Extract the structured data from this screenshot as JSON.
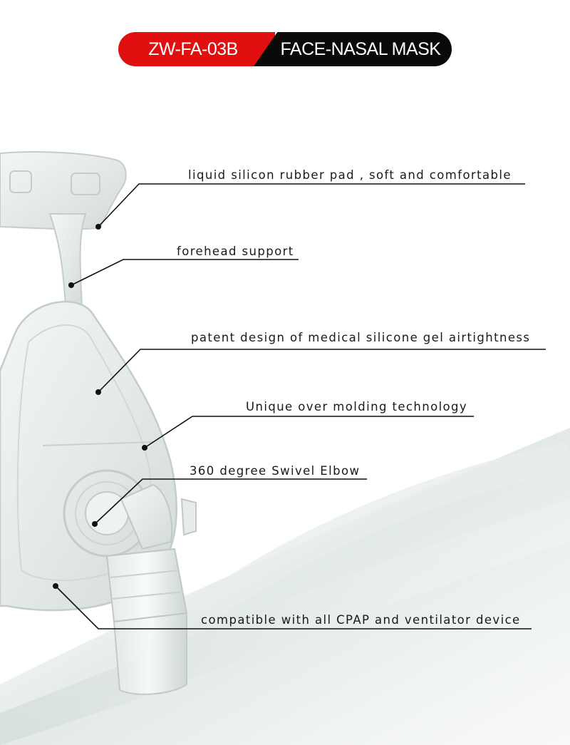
{
  "header": {
    "model_code": "ZW-FA-03B",
    "product_name": "FACE-NASAL MASK",
    "colors": {
      "red": "#e01010",
      "black": "#0a0a0a"
    }
  },
  "product_image": {
    "icon": "cpap-face-nasal-mask-photo"
  },
  "callouts": [
    {
      "text": "liquid silicon rubber pad , soft and comfortable"
    },
    {
      "text": "forehead support"
    },
    {
      "text": "patent design of medical silicone gel airtightness"
    },
    {
      "text": "Unique over molding technology"
    },
    {
      "text": "360 degree Swivel Elbow"
    },
    {
      "text": "compatible with all CPAP and ventilator device"
    }
  ]
}
